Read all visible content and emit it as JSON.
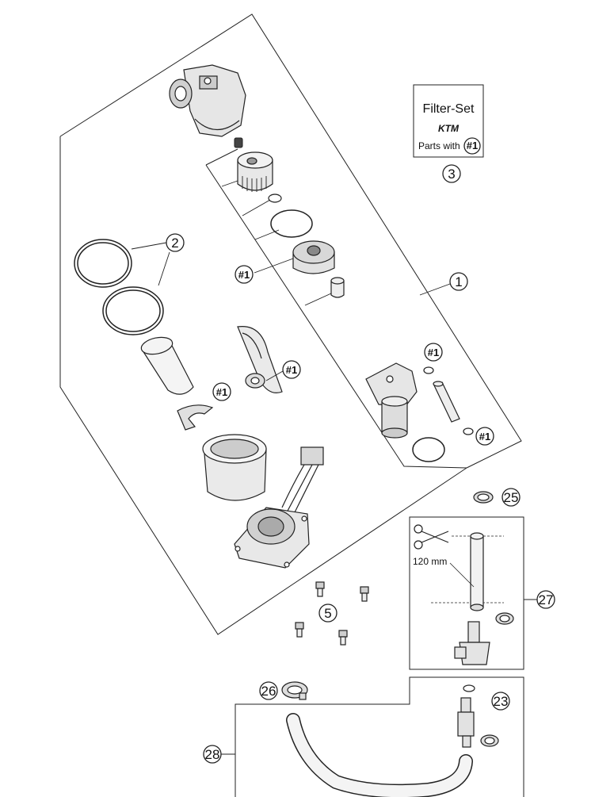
{
  "callouts": {
    "c1": "1",
    "c2": "2",
    "c3": "3",
    "c5": "5",
    "c23": "23",
    "c25": "25",
    "c26": "26",
    "c27": "27",
    "c28": "28",
    "ref": "#1"
  },
  "filter_set": {
    "title": "Filter-Set",
    "brand": "KTM",
    "parts_with": "Parts with",
    "ref": "#1"
  },
  "measure": {
    "length_label": "120 mm"
  }
}
